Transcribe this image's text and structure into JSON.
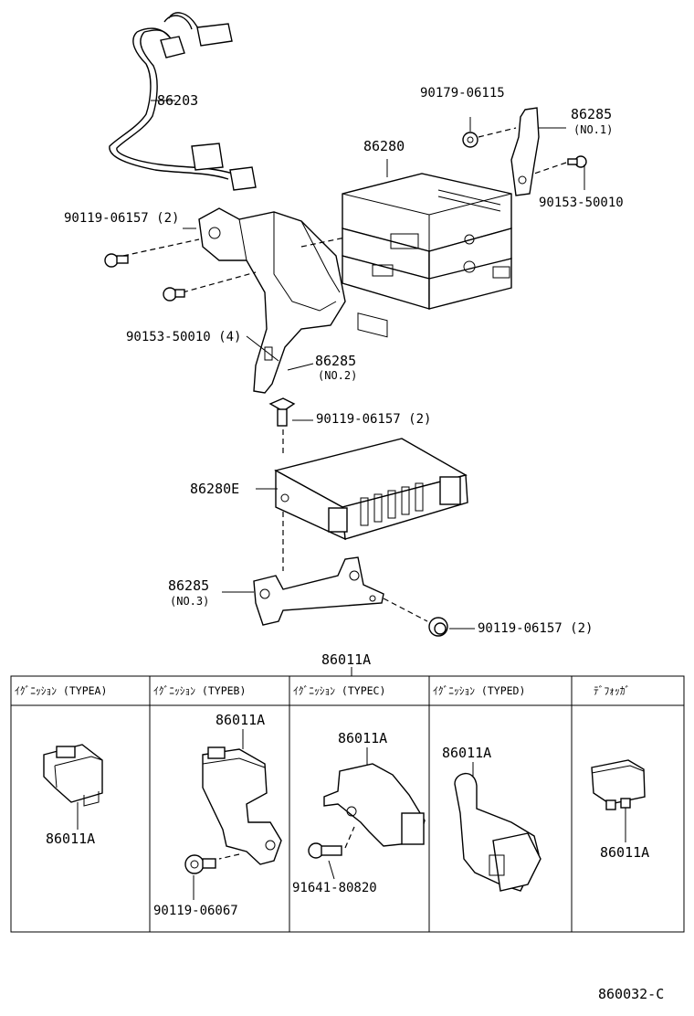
{
  "labels": {
    "harness": "86203",
    "bolt_top": "90179-06115",
    "bracket_no1_part": "86285",
    "bracket_no1_sub": "(NO.1)",
    "main_unit": "86280",
    "screw_right": "90153-50010",
    "bolt_left": "90119-06157 (2)",
    "screw_left": "90153-50010 (4)",
    "bracket_no2_part": "86285",
    "bracket_no2_sub": "(NO.2)",
    "bolt_mid": "90119-06157 (2)",
    "amp_unit": "86280E",
    "bracket_no3_part": "86285",
    "bracket_no3_sub": "(NO.3)",
    "bolt_bottom": "90119-06157 (2)",
    "table_title": "86011A",
    "diagram_code": "860032-C"
  },
  "table": {
    "headers": [
      "ｲｸﾞﾆｯｼｮﾝ (TYPEA)",
      "ｲｸﾞﾆｯｼｮﾝ (TYPEB)",
      "ｲｸﾞﾆｯｼｮﾝ (TYPEC)",
      "ｲｸﾞﾆｯｼｮﾝ (TYPED)",
      "ﾃﾞﾌｫｯｶﾞ"
    ],
    "cells": [
      {
        "part": "86011A"
      },
      {
        "part": "86011A",
        "extra": "90119-06067"
      },
      {
        "part": "86011A",
        "extra": "91641-80820"
      },
      {
        "part": "86011A"
      },
      {
        "part": "86011A"
      }
    ]
  }
}
